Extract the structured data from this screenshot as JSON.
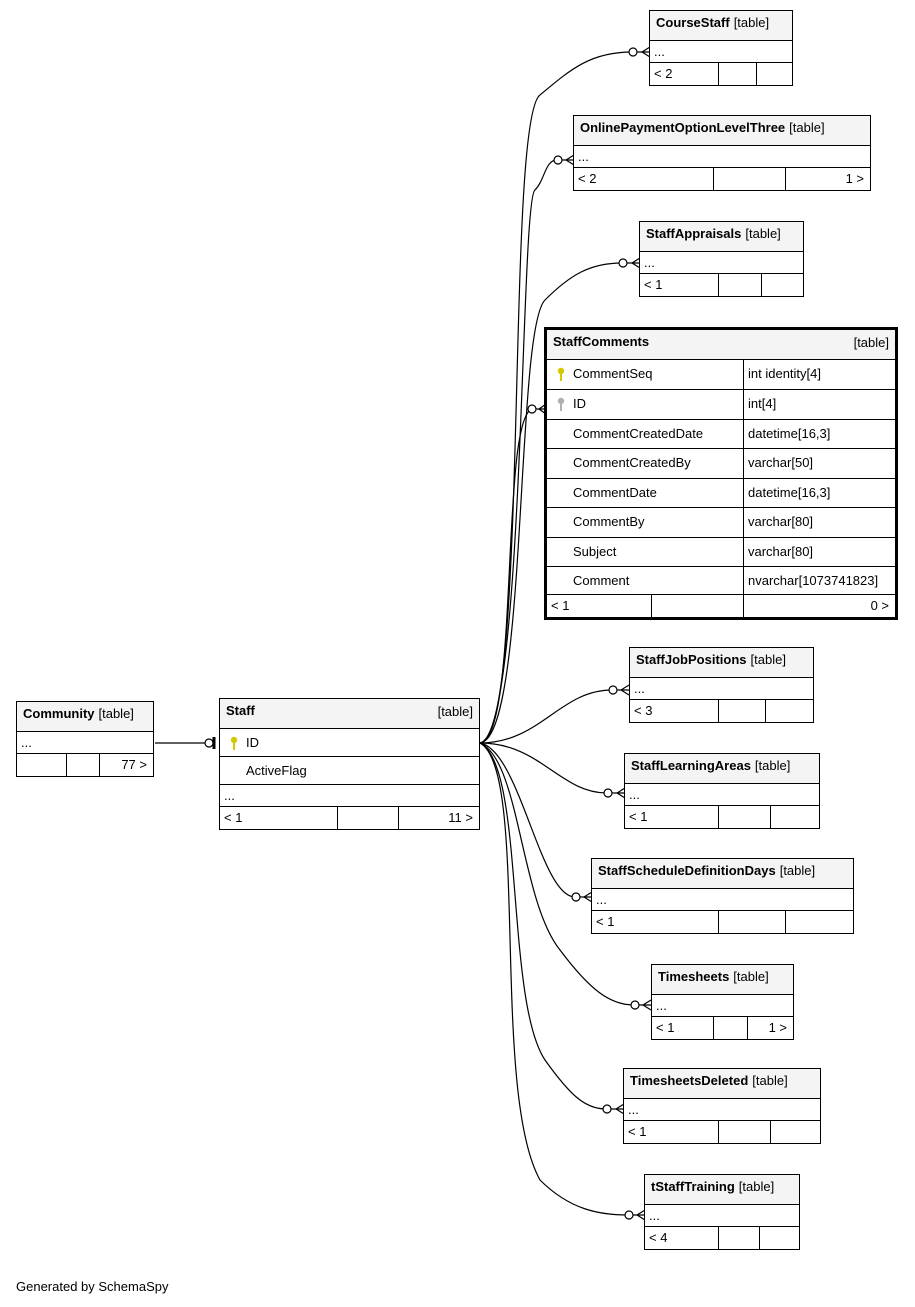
{
  "type_label": "[table]",
  "ellipsis": "...",
  "footer_text": "Generated by SchemaSpy",
  "tables": {
    "community": {
      "name": "Community",
      "left_count": "",
      "right_count": "77 >"
    },
    "staff": {
      "name": "Staff",
      "columns": [
        {
          "name": "ID",
          "key": "primary"
        },
        {
          "name": "ActiveFlag",
          "key": "none"
        }
      ],
      "left_count": "< 1",
      "right_count": "11 >"
    },
    "coursestaff": {
      "name": "CourseStaff",
      "left_count": "< 2",
      "right_count": ""
    },
    "onlinepayment": {
      "name": "OnlinePaymentOptionLevelThree",
      "left_count": "< 2",
      "right_count": "1 >"
    },
    "staffappraisals": {
      "name": "StaffAppraisals",
      "left_count": "< 1",
      "right_count": ""
    },
    "staffcomments": {
      "name": "StaffComments",
      "columns": [
        {
          "name": "CommentSeq",
          "type": "int identity[4]",
          "key": "primary"
        },
        {
          "name": "ID",
          "type": "int[4]",
          "key": "foreign"
        },
        {
          "name": "CommentCreatedDate",
          "type": "datetime[16,3]",
          "key": "none"
        },
        {
          "name": "CommentCreatedBy",
          "type": "varchar[50]",
          "key": "none"
        },
        {
          "name": "CommentDate",
          "type": "datetime[16,3]",
          "key": "none"
        },
        {
          "name": "CommentBy",
          "type": "varchar[80]",
          "key": "none"
        },
        {
          "name": "Subject",
          "type": "varchar[80]",
          "key": "none"
        },
        {
          "name": "Comment",
          "type": "nvarchar[1073741823]",
          "key": "none"
        }
      ],
      "left_count": "< 1",
      "right_count": "0 >"
    },
    "staffjobpositions": {
      "name": "StaffJobPositions",
      "left_count": "< 3",
      "right_count": ""
    },
    "stafflearningareas": {
      "name": "StaffLearningAreas",
      "left_count": "< 1",
      "right_count": ""
    },
    "staffschedule": {
      "name": "StaffScheduleDefinitionDays",
      "left_count": "< 1",
      "right_count": ""
    },
    "timesheets": {
      "name": "Timesheets",
      "left_count": "< 1",
      "right_count": "1 >"
    },
    "timesheetsdeleted": {
      "name": "TimesheetsDeleted",
      "left_count": "< 1",
      "right_count": ""
    },
    "tstafftraining": {
      "name": "tStaffTraining",
      "left_count": "< 4",
      "right_count": ""
    }
  },
  "colors": {
    "line": "#000000",
    "header_bg": "#f4f4f4",
    "primary_key": "#d4c800",
    "foreign_key": "#b0b0b0"
  },
  "icons": {
    "primary_key": "key-icon",
    "foreign_key": "key-icon",
    "many_end": "crows-foot-icon",
    "one_end": "bar-icon"
  }
}
